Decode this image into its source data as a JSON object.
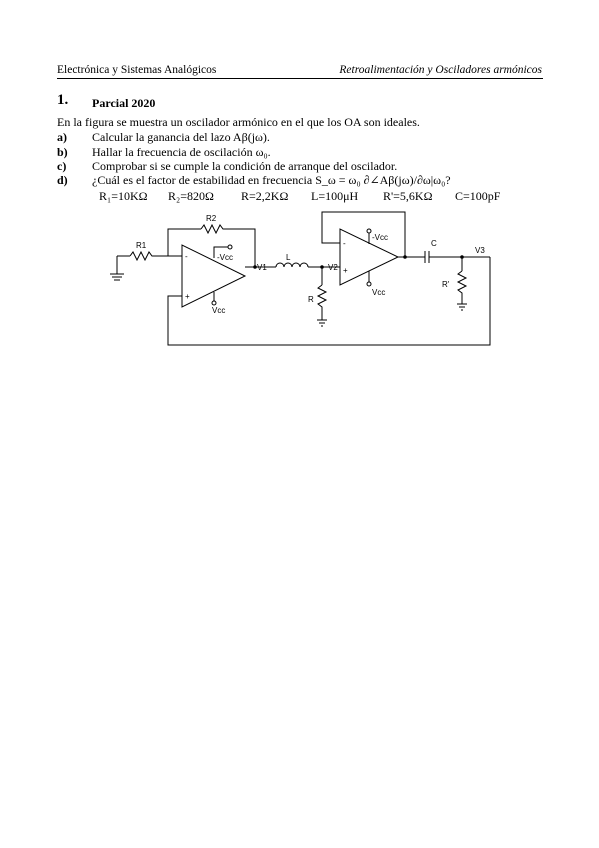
{
  "header": {
    "left": "Electrónica y Sistemas Analógicos",
    "right": "Retroalimentación y Osciladores armónicos"
  },
  "section": {
    "number": "1.",
    "title": "Parcial 2020"
  },
  "intro": "En la figura se muestra un oscilador armónico en el que los OA son ideales.",
  "items": [
    {
      "label": "a)",
      "text": "Calcular la ganancia del lazo Aβ(jω)."
    },
    {
      "label": "b)",
      "text": "Hallar la frecuencia de oscilación ω₀."
    },
    {
      "label": "c)",
      "text": "Comprobar si se cumple la condición de arranque del oscilador."
    },
    {
      "label": "d)",
      "text": "¿Cuál es el factor de estabilidad en frecuencia S_ω = ω₀ ∂∠Aβ(jω)/∂ω|ω₀?"
    }
  ],
  "values": [
    {
      "text": "R₁=10KΩ"
    },
    {
      "text": "R₂=820Ω"
    },
    {
      "text": "R=2,2KΩ"
    },
    {
      "text": "L=100μH"
    },
    {
      "text": "R'=5,6KΩ"
    },
    {
      "text": "C=100pF"
    }
  ],
  "circuit": {
    "labels": {
      "r1": "R1",
      "r2": "R2",
      "l": "L",
      "r": "R",
      "rp": "R'",
      "c": "C",
      "v1": "V1",
      "v2": "V2",
      "v3": "V3",
      "vcc_neg1": "-Vcc",
      "vcc_pos1": "Vcc",
      "vcc_neg2": "-Vcc",
      "vcc_pos2": "Vcc",
      "minus1": "-",
      "plus1": "+",
      "minus2": "-",
      "plus2": "+"
    }
  }
}
